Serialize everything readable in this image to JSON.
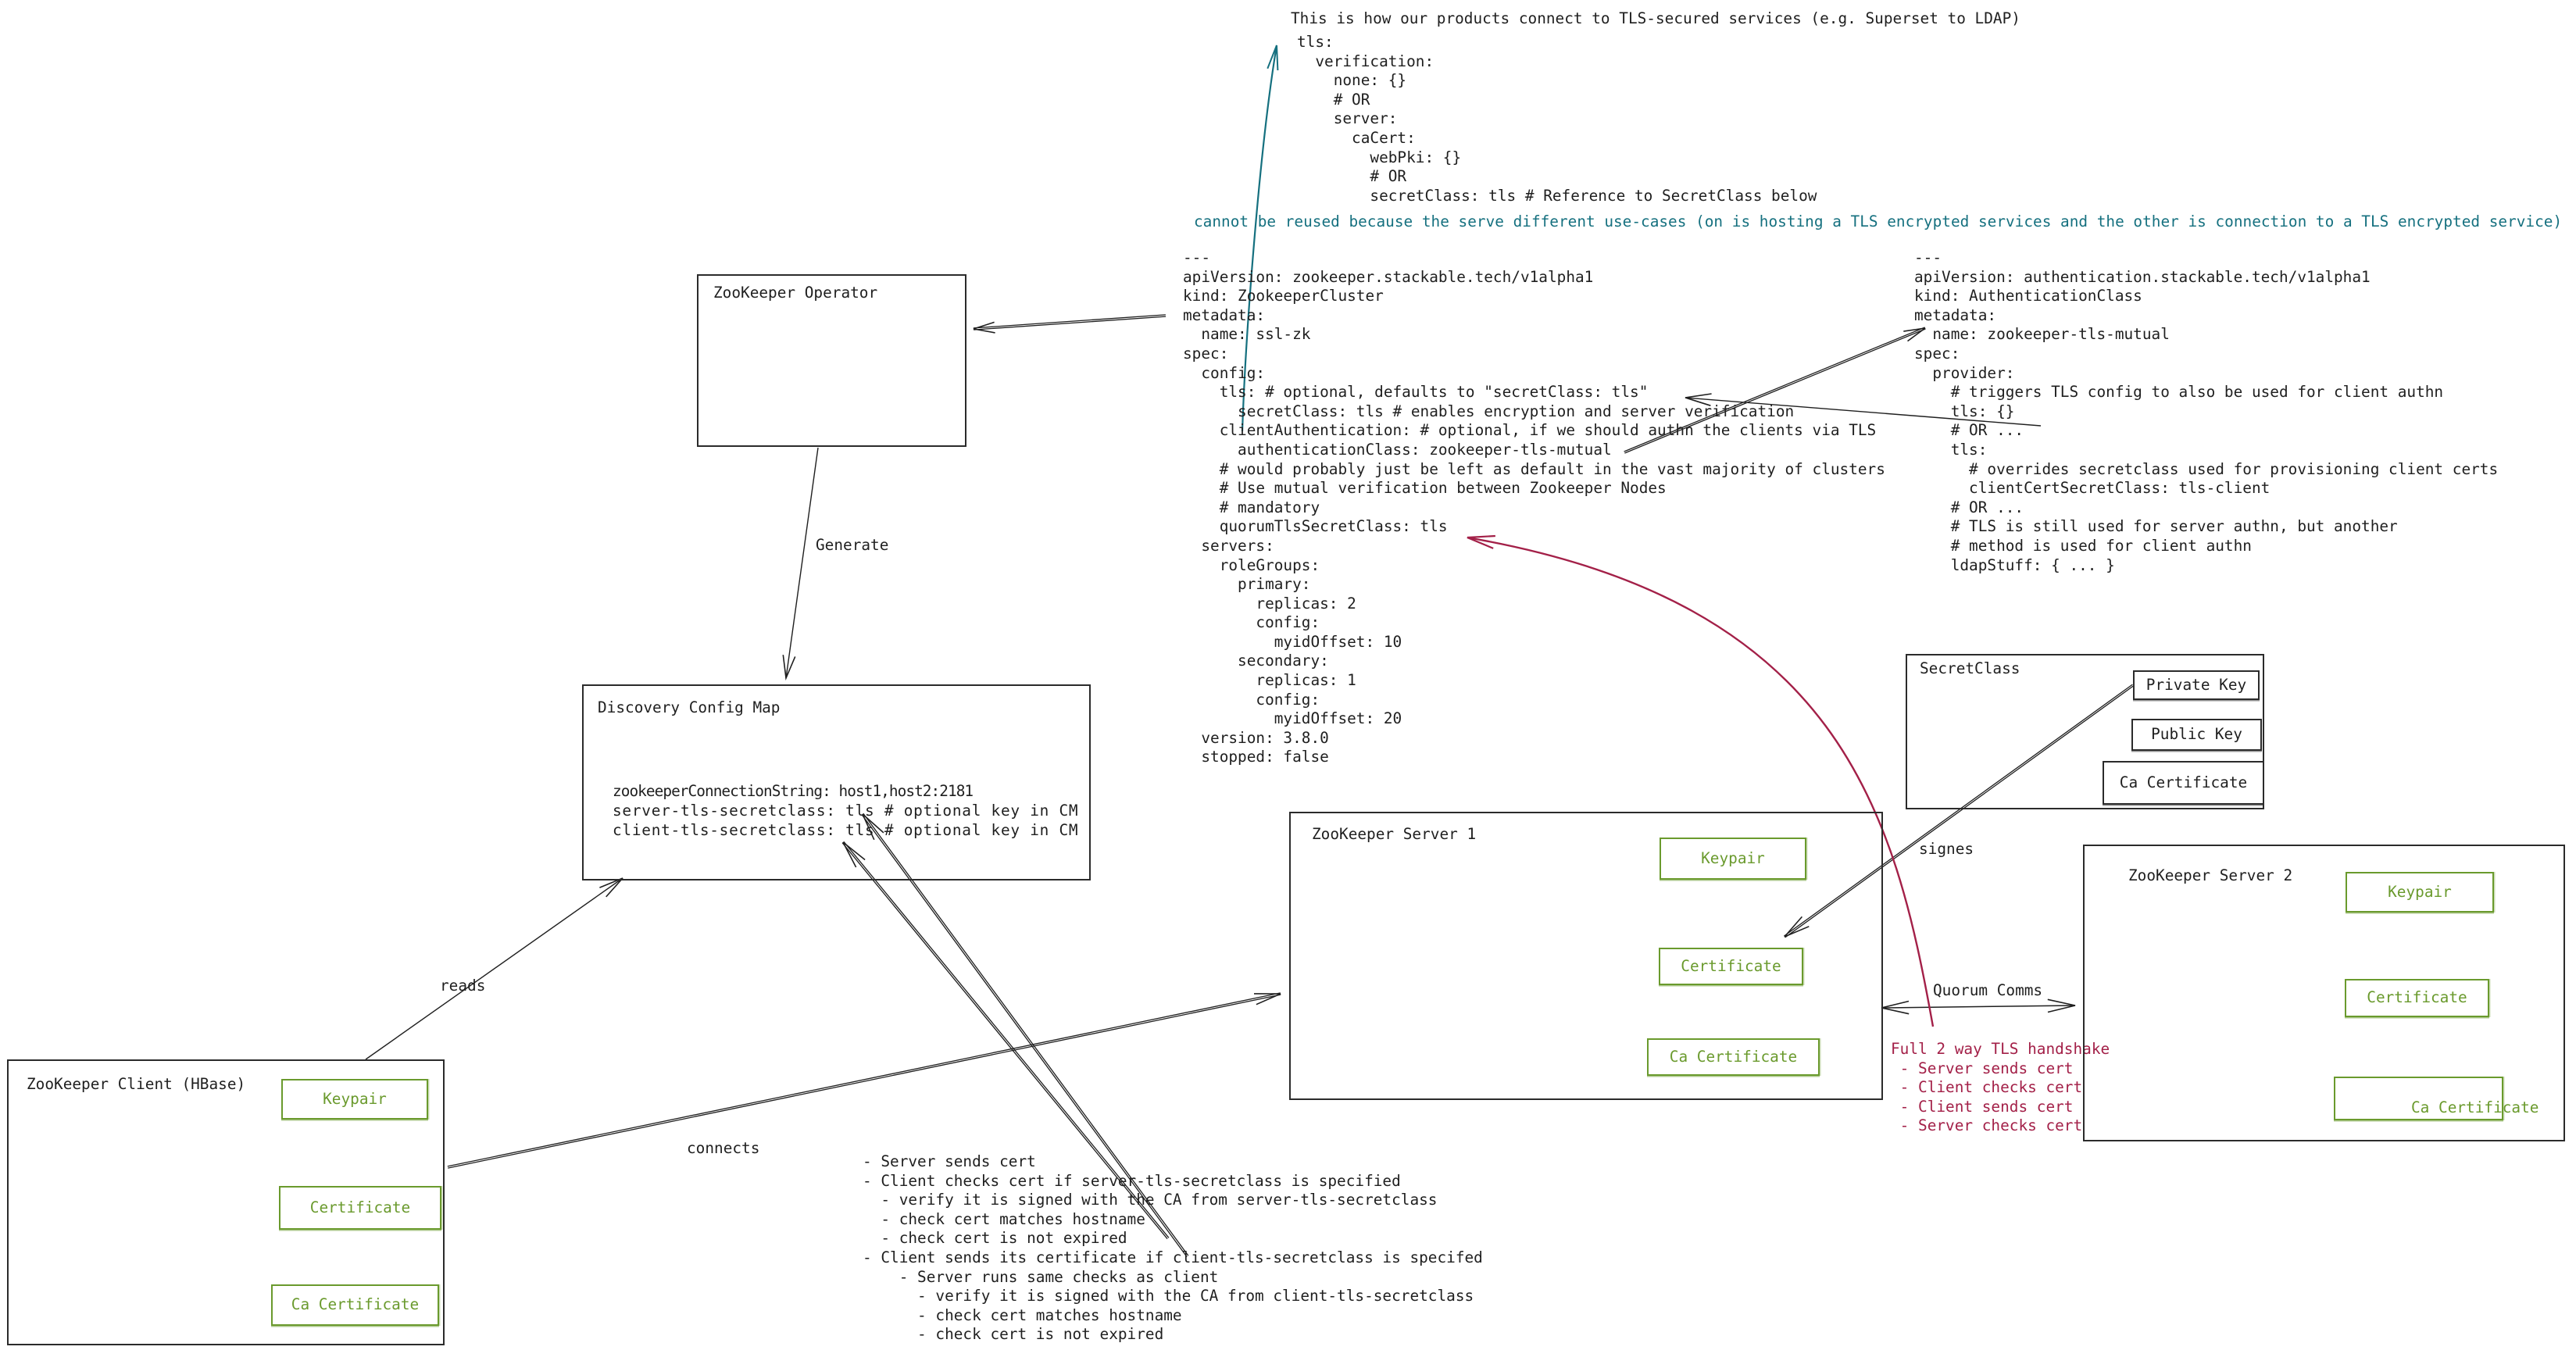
{
  "colors": {
    "ink": "#1f1f1f",
    "green": "#6a9a2d",
    "pink": "#a32048",
    "teal": "#15707f"
  },
  "top": {
    "title": "This is how our products connect to TLS-secured services (e.g. Superset to LDAP)",
    "snippet": [
      "tls:",
      "  verification:",
      "    none: {}",
      "    # OR",
      "    server:",
      "      caCert:",
      "        webPki: {}",
      "        # OR",
      "        secretClass: tls # Reference to SecretClass below"
    ],
    "note": "cannot be reused because the serve different use-cases (on is hosting a TLS encrypted services and the other is connection to a TLS encrypted service)"
  },
  "operator": {
    "title": "ZooKeeper Operator"
  },
  "labels": {
    "generate": "Generate",
    "reads": "reads",
    "connects": "connects",
    "signes": "signes",
    "quorum": "Quorum Comms"
  },
  "discovery": {
    "title": "Discovery Config Map",
    "line1": "zookeeperConnectionString: host1,host2:2181",
    "line2": "server-tls-secretclass: tls # optional key in CM",
    "line3": "client-tls-secretclass: tls # optional key in CM"
  },
  "zookeeper_cluster_yaml": [
    "---",
    "apiVersion: zookeeper.stackable.tech/v1alpha1",
    "kind: ZookeeperCluster",
    "metadata:",
    "  name: ssl-zk",
    "spec:",
    "  config:",
    "    tls: # optional, defaults to \"secretClass: tls\"",
    "      secretClass: tls # enables encryption and server verification",
    "    clientAuthentication: # optional, if we should authn the clients via TLS",
    "      authenticationClass: zookeeper-tls-mutual",
    "    # would probably just be left as default in the vast majority of clusters",
    "    # Use mutual verification between Zookeeper Nodes",
    "    # mandatory",
    "    quorumTlsSecretClass: tls",
    "  servers:",
    "    roleGroups:",
    "      primary:",
    "        replicas: 2",
    "        config:",
    "          myidOffset: 10",
    "      secondary:",
    "        replicas: 1",
    "        config:",
    "          myidOffset: 20",
    "  version: 3.8.0",
    "  stopped: false"
  ],
  "authentication_class_yaml": [
    "---",
    "apiVersion: authentication.stackable.tech/v1alpha1",
    "kind: AuthenticationClass",
    "metadata:",
    "  name: zookeeper-tls-mutual",
    "spec:",
    "  provider:",
    "    # triggers TLS config to also be used for client authn",
    "    tls: {}",
    "    # OR ...",
    "    tls:",
    "      # overrides secretclass used for provisioning client certs",
    "      clientCertSecretClass: tls-client",
    "    # OR ...",
    "    # TLS is still used for server authn, but another",
    "    # method is used for client authn",
    "    ldapStuff: { ... }"
  ],
  "secret_class": {
    "title": "SecretClass",
    "items": [
      "Private Key",
      "Public Key",
      "Ca Certificate"
    ]
  },
  "zk_server1": {
    "title": "ZooKeeper Server 1",
    "badges": [
      "Keypair",
      "Certificate",
      "Ca Certificate"
    ]
  },
  "zk_server2": {
    "title": "ZooKeeper Server 2",
    "badges": [
      "Keypair",
      "Certificate",
      "Ca Certificate"
    ]
  },
  "client": {
    "title": "ZooKeeper Client (HBase)",
    "badges": [
      "Keypair",
      "Certificate",
      "Ca Certificate"
    ]
  },
  "handshake": [
    "Full 2 way TLS handshake",
    " - Server sends cert",
    " - Client checks cert",
    " - Client sends cert",
    " - Server checks cert"
  ],
  "connection_checks": [
    "- Server sends cert",
    "- Client checks cert if server-tls-secretclass is specified",
    "  - verify it is signed with the CA from server-tls-secretclass",
    "  - check cert matches hostname",
    "  - check cert is not expired",
    "- Client sends its certificate if client-tls-secretclass is specifed",
    "    - Server runs same checks as client",
    "      - verify it is signed with the CA from client-tls-secretclass",
    "      - check cert matches hostname",
    "      - check cert is not expired"
  ]
}
